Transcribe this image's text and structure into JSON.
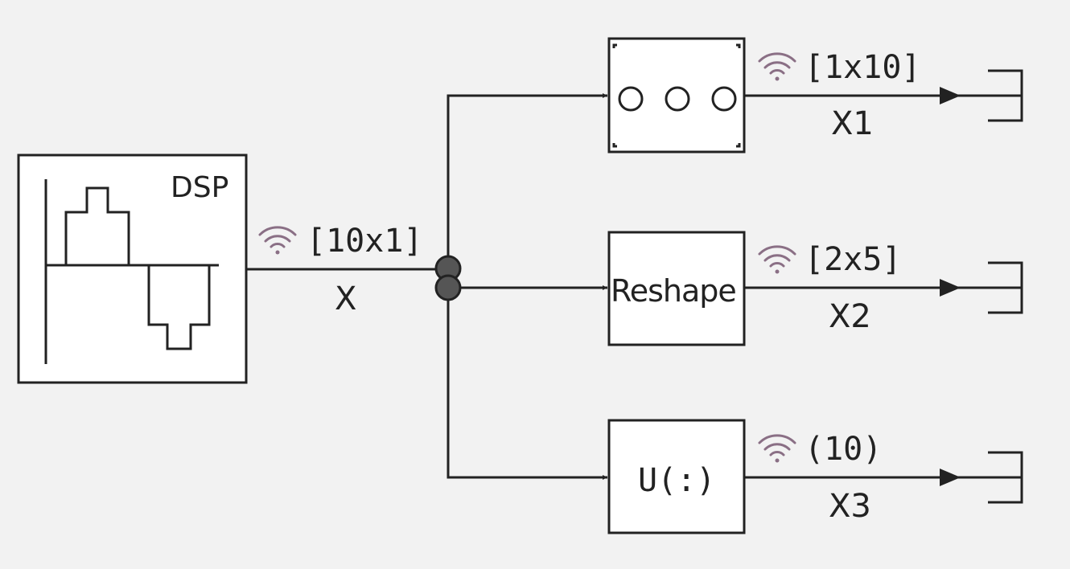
{
  "blocks": {
    "dsp_source": {
      "label": "DSP"
    },
    "reshape": {
      "label": "Reshape"
    },
    "colon": {
      "label": "U(:)"
    }
  },
  "signals": {
    "input": {
      "dims": "[10x1]",
      "name": "X"
    },
    "out1": {
      "dims": "[1x10]",
      "name": "X1"
    },
    "out2": {
      "dims": "[2x5]",
      "name": "X2"
    },
    "out3": {
      "dims": "(10)",
      "name": "X3"
    }
  },
  "colors": {
    "background": "#f2f2f2",
    "line": "#222222",
    "block_fill": "#ffffff",
    "signal_icon": "#8a6f85",
    "branch_point": "#555555"
  }
}
